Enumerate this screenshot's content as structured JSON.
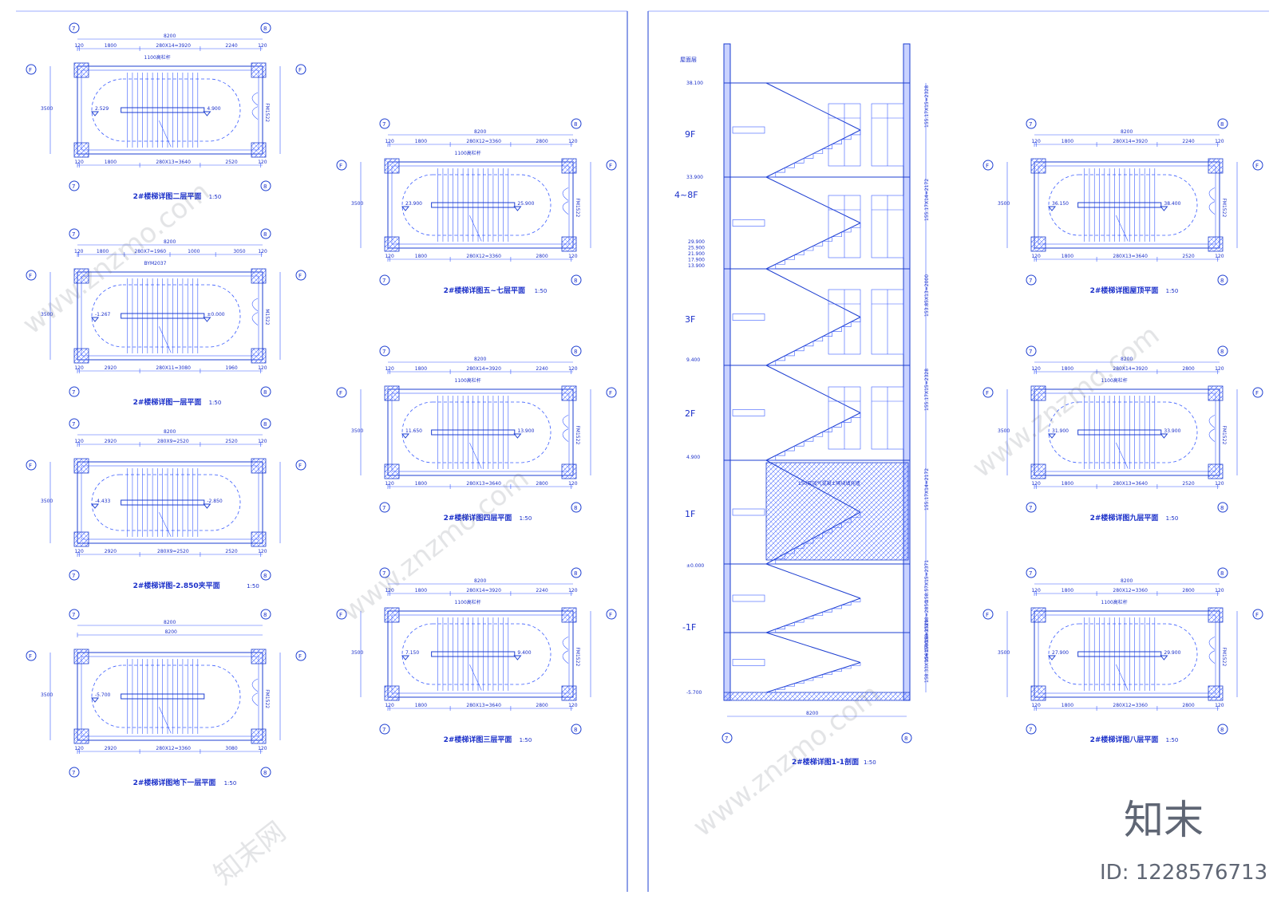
{
  "sheet": {
    "accent": "#1e3fd1",
    "axis_left": "7",
    "axis_right": "8",
    "axis_side": "F",
    "overall_width": "8200",
    "depth": "3500"
  },
  "plans": [
    {
      "id": "p2",
      "title": "2#楼梯详图二层平面",
      "scale": "1:50",
      "top_dims": [
        "120",
        "1800",
        "280X14=3920",
        "2240",
        "120"
      ],
      "bottom_dims": [
        "120",
        "1800",
        "280X13=3640",
        "2520",
        "120"
      ],
      "elevs": [
        "2.529",
        "4.900"
      ],
      "door": "FM1522",
      "note": "1100高栏杆"
    },
    {
      "id": "p1",
      "title": "2#楼梯详图一层平面",
      "scale": "1:50",
      "top_dims": [
        "120",
        "1800",
        "280X7=1960",
        "1000",
        "3050",
        "120"
      ],
      "bottom_dims": [
        "120",
        "2920",
        "280X11=3080",
        "1960",
        "120"
      ],
      "elevs": [
        "-1.267",
        "±0.000"
      ],
      "door": "M1522",
      "note": "BYM2037"
    },
    {
      "id": "p285",
      "title": "2#楼梯详图-2.850夹平面",
      "scale": "1:50",
      "top_dims": [
        "120",
        "2920",
        "280X9=2520",
        "2520",
        "120"
      ],
      "bottom_dims": [
        "120",
        "2920",
        "280X9=2520",
        "2520",
        "120"
      ],
      "elevs": [
        "-4.433",
        "-2.850"
      ],
      "door": "",
      "note": ""
    },
    {
      "id": "pb1",
      "title": "2#楼梯详图地下一层平面",
      "scale": "1:50",
      "top_dims": [
        "8200"
      ],
      "bottom_dims": [
        "120",
        "2920",
        "280X12=3360",
        "3080",
        "120"
      ],
      "elevs": [
        "-5.700"
      ],
      "door": "FM1522",
      "note": ""
    },
    {
      "id": "p57",
      "title": "2#楼梯详图五~七层平面",
      "scale": "1:50",
      "top_dims": [
        "120",
        "1800",
        "280X12=3360",
        "2800",
        "120"
      ],
      "bottom_dims": [
        "120",
        "1800",
        "280X12=3360",
        "2800",
        "120"
      ],
      "elevs": [
        "23.900",
        "25.900"
      ],
      "door": "FM1522",
      "note": "1100高栏杆"
    },
    {
      "id": "p4",
      "title": "2#楼梯详图四层平面",
      "scale": "1:50",
      "top_dims": [
        "120",
        "1800",
        "280X14=3920",
        "2240",
        "120"
      ],
      "bottom_dims": [
        "120",
        "1800",
        "280X13=3640",
        "2800",
        "120"
      ],
      "elevs": [
        "11.650",
        "13.900"
      ],
      "door": "FM1522",
      "note": "1100高栏杆"
    },
    {
      "id": "p3",
      "title": "2#楼梯详图三层平面",
      "scale": "1:50",
      "top_dims": [
        "120",
        "1800",
        "280X14=3920",
        "2240",
        "120"
      ],
      "bottom_dims": [
        "120",
        "1800",
        "280X13=3640",
        "2800",
        "120"
      ],
      "elevs": [
        "7.150",
        "9.400"
      ],
      "door": "FM1522",
      "note": "1100高栏杆"
    },
    {
      "id": "proof",
      "title": "2#楼梯详图屋顶平面",
      "scale": "1:50",
      "top_dims": [
        "120",
        "1800",
        "280X14=3920",
        "2240",
        "120"
      ],
      "bottom_dims": [
        "120",
        "1800",
        "280X13=3640",
        "2520",
        "120"
      ],
      "elevs": [
        "36.150",
        "38.400"
      ],
      "door": "FM1522",
      "note": ""
    },
    {
      "id": "p9",
      "title": "2#楼梯详图九层平面",
      "scale": "1:50",
      "top_dims": [
        "120",
        "1800",
        "280X14=3920",
        "2800",
        "120"
      ],
      "bottom_dims": [
        "120",
        "1800",
        "280X13=3640",
        "2520",
        "120"
      ],
      "elevs": [
        "31.900",
        "33.900"
      ],
      "door": "FM1522",
      "note": "1100高栏杆"
    },
    {
      "id": "p8",
      "title": "2#楼梯详图八层平面",
      "scale": "1:50",
      "top_dims": [
        "120",
        "1800",
        "280X12=3360",
        "2800",
        "120"
      ],
      "bottom_dims": [
        "120",
        "1800",
        "280X12=3360",
        "2800",
        "120"
      ],
      "elevs": [
        "27.900",
        "29.900"
      ],
      "door": "FM1522",
      "note": "1100高栏杆"
    }
  ],
  "section": {
    "title": "2#楼梯详图1-1剖面",
    "scale": "1:50",
    "roof_label": "屋面层",
    "levels": [
      {
        "name": "9F",
        "elev": "38.100"
      },
      {
        "name": "4~8F",
        "elev": "33.900"
      },
      {
        "name": "3F",
        "elev": "9.400"
      },
      {
        "name": "2F",
        "elev": "4.900"
      },
      {
        "name": "1F",
        "elev": "±0.000"
      },
      {
        "name": "-1F",
        "elev": "-5.700"
      }
    ],
    "right_dims": [
      "155.17X15=2328",
      "155.17X14=2172",
      "153.85X13=2000",
      "155.17X15=2328",
      "155.17X14=2172",
      "158.57X15=2371",
      "156.07X16=2529",
      "158.33X10=1583",
      "158.33X18=2850"
    ],
    "bottom_dim": "8200",
    "stacked_elevs": [
      "29.900",
      "25.900",
      "21.900",
      "17.900",
      "13.900"
    ],
    "note": "150厚加气混凝土砌块填充墙"
  },
  "watermark": {
    "brand": "知末",
    "id_text": "ID: 1228576713",
    "url": "www.znzmo.com",
    "cn": "知末网"
  }
}
